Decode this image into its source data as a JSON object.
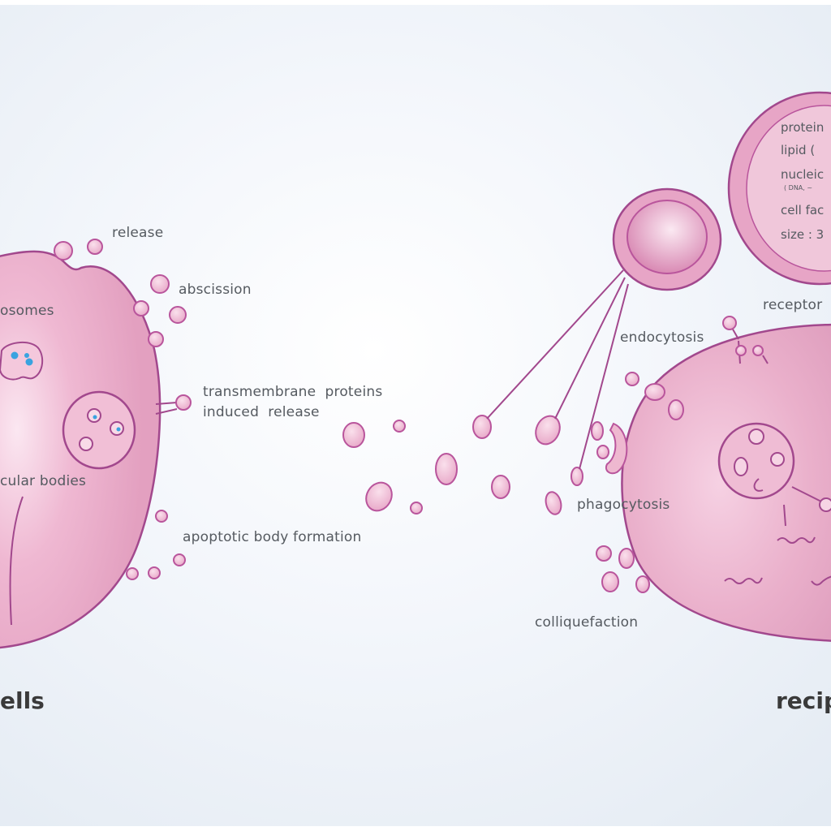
{
  "colors": {
    "membrane": "#a2488d",
    "cytoplasm": "#e8a9c6",
    "vesicle": "#eeb8d0",
    "dots": "#3aa3e0",
    "label": "#555a60"
  },
  "labels": {
    "release": "release",
    "abscission": "abscission",
    "endosomes": "osomes",
    "transmembrane_line1": "transmembrane  proteins",
    "transmembrane_line2": "induced  release",
    "mvb": "cular bodies",
    "apoptotic": "apoptotic body formation",
    "endocytosis": "endocytosis",
    "receptor": "receptor",
    "phagocytosis": "phagocytosis",
    "colliquefaction": "colliquefaction"
  },
  "titles": {
    "left": "ells",
    "right": "recip"
  },
  "info_box": {
    "protein": "protein",
    "lipid": "lipid  (",
    "nucleic": "nucleic",
    "nucleic_sub": "( DNA, ~",
    "cell_factor": "cell fac",
    "size": "size : 3"
  }
}
